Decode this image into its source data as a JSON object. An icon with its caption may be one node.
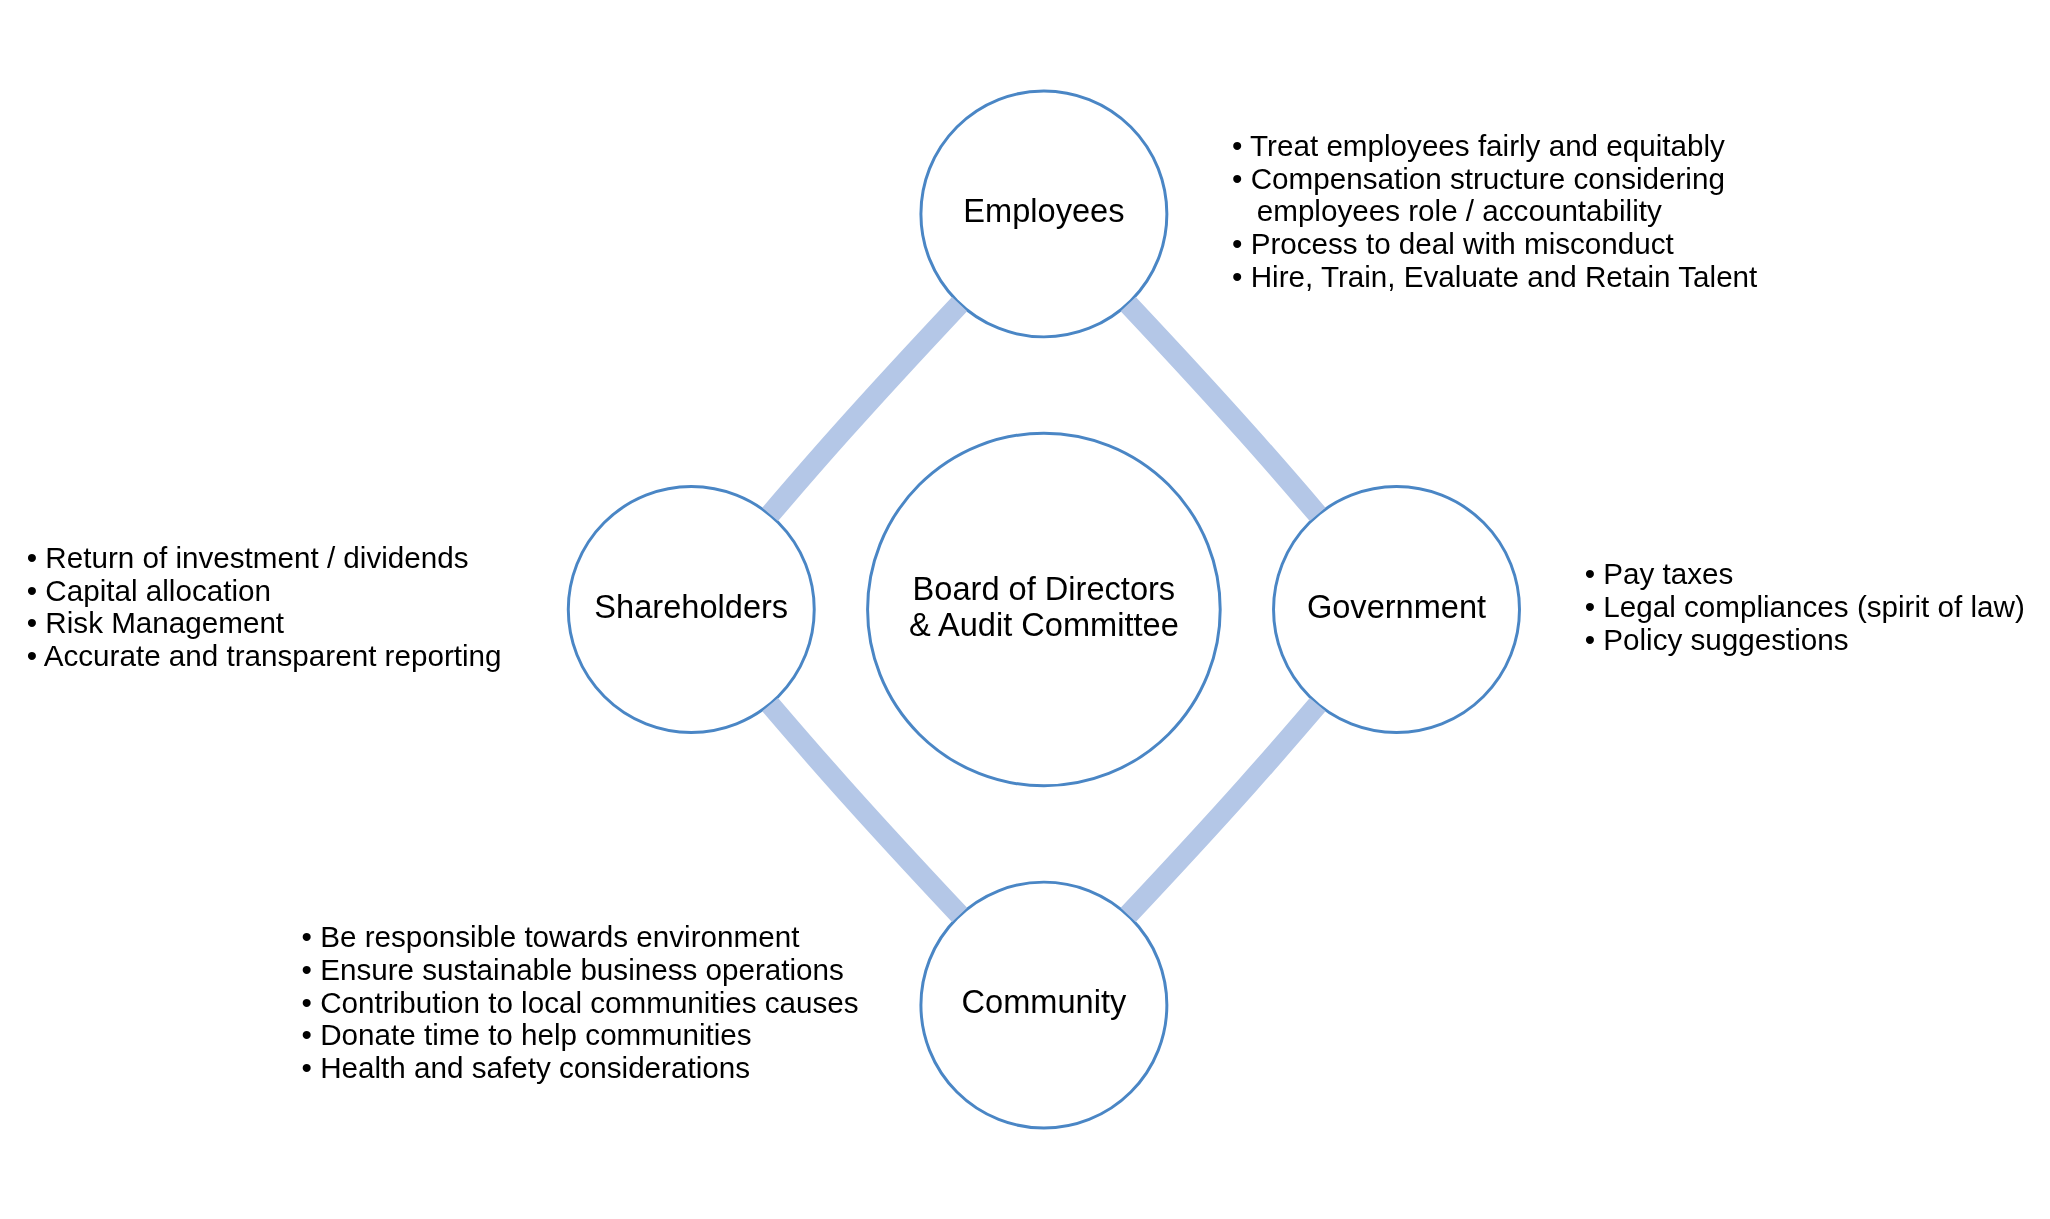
{
  "diagram": {
    "nodes": [
      {
        "text": [
          "Employees"
        ],
        "beside": [
          "• Treat employees fairly and equitably",
          "• Compensation structure considering employees role / accountability",
          "• Process to deal with misconduct",
          "• Hire, Train, Evaluate and Retain Talent"
        ]
      },
      {
        "text": [
          "Shareholders"
        ],
        "beside": [
          "• Return of investment / dividends",
          "• Capital allocation",
          "• Risk Management",
          "• Accurate and transparent reporting"
        ]
      },
      {
        "text": [
          "Board of Directors & Audit Committee"
        ]
      },
      {
        "text": [
          "Government"
        ],
        "beside": [
          "• Pay taxes",
          "• Legal compliances (spirit of law)",
          "• Policy suggestions"
        ]
      },
      {
        "text": [
          "Community"
        ],
        "beside": [
          "• Be responsible towards environment",
          "• Ensure sustainable business operations",
          "• Contribution to local communities causes",
          "• Donate time to help communities",
          "• Health and safety considerations"
        ]
      }
    ],
    "edges": [
      {
        "from": 0,
        "to": 3,
        "arrow": "none"
      },
      {
        "from": 3,
        "to": 4,
        "arrow": "none"
      },
      {
        "from": 4,
        "to": 1,
        "arrow": "none"
      },
      {
        "from": 1,
        "to": 0,
        "arrow": "none"
      }
    ]
  }
}
